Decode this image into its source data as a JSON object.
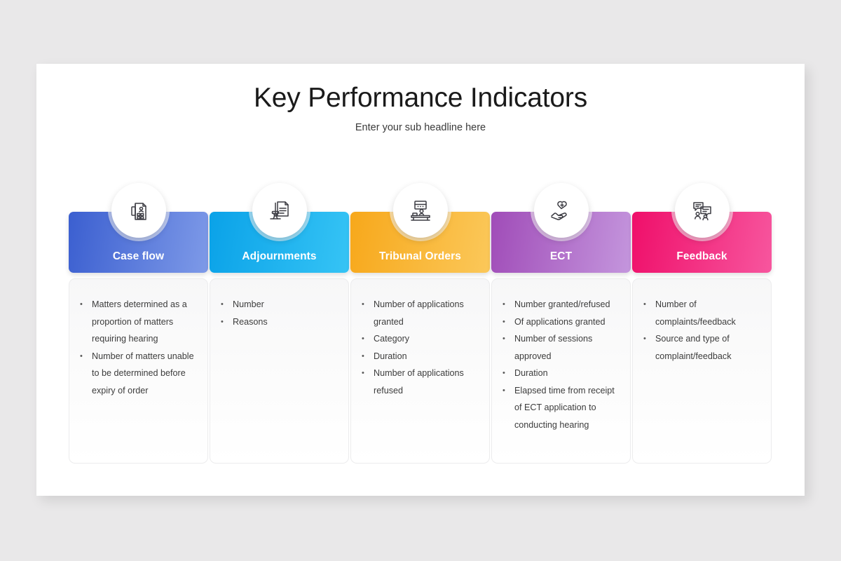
{
  "slide": {
    "title": "Key Performance Indicators",
    "subtitle": "Enter your sub headline here",
    "background_color": "#e9e8e9",
    "canvas_color": "#ffffff"
  },
  "columns": [
    {
      "id": "case-flow",
      "label": "Case flow",
      "icon": "document-person-icon",
      "gradient_from": "#3b5fd0",
      "gradient_to": "#7e9ae8",
      "items": [
        "Matters determined as a proportion of matters requiring hearing",
        "Number of matters unable to be determined before expiry of order"
      ]
    },
    {
      "id": "adjournments",
      "label": "Adjournments",
      "icon": "gavel-document-icon",
      "gradient_from": "#0aa2e8",
      "gradient_to": "#36c4f5",
      "items": [
        "Number",
        "Reasons"
      ]
    },
    {
      "id": "tribunal-orders",
      "label": "Tribunal Orders",
      "icon": "judge-bench-icon",
      "gradient_from": "#f7a81b",
      "gradient_to": "#fbc košt"
    },
    {
      "id": "ect",
      "label": "ECT",
      "icon": "hand-heart-icon",
      "gradient_from": "#a04cb8",
      "gradient_to": "#c496dd",
      "items": [
        "Number granted/refused",
        "Of applications granted",
        "Number of sessions approved",
        "Duration",
        "Elapsed time from receipt of ECT application to conducting hearing"
      ]
    },
    {
      "id": "feedback",
      "label": "Feedback",
      "icon": "chat-bubbles-icon",
      "gradient_from": "#ef0f6a",
      "gradient_to": "#f7569e",
      "items": [
        "Number of complaints/feedback",
        "Source and type of complaint/feedback"
      ]
    }
  ]
}
